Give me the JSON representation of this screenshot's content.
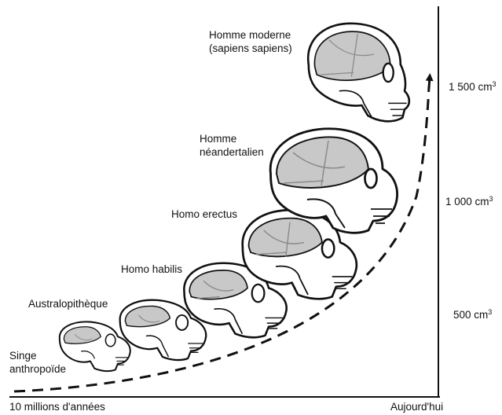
{
  "species": [
    {
      "lines": [
        "Singe",
        "anthropoïde"
      ]
    },
    {
      "lines": [
        "Australopithèque"
      ]
    },
    {
      "lines": [
        "Homo habilis"
      ]
    },
    {
      "lines": [
        "Homo erectus"
      ]
    },
    {
      "lines": [
        "Homme",
        "néandertalien"
      ]
    },
    {
      "lines": [
        "Homme moderne",
        "(sapiens sapiens)"
      ]
    }
  ],
  "volumes": [
    {
      "value": "1 500 cm",
      "exponent": "3"
    },
    {
      "value": "1 000 cm",
      "exponent": "3"
    },
    {
      "value": "500 cm",
      "exponent": "3"
    }
  ],
  "time_axis": {
    "start": "10 millions d'années",
    "end": "Aujourd'hui"
  },
  "colors": {
    "ink": "#111111",
    "brain": "#c8c8c8",
    "skull": "#ffffff",
    "suture": "#8a8a8a"
  }
}
